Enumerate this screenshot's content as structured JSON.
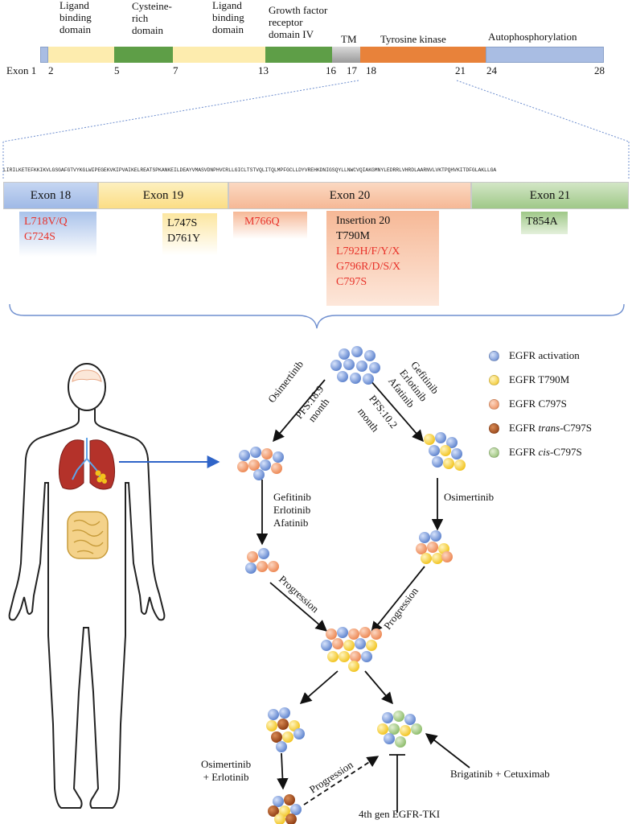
{
  "domains": [
    {
      "id": "ligand1",
      "label": "Ligand\nbinding\ndomain",
      "color": "#fdecae"
    },
    {
      "id": "cys1",
      "label": "Cysteine-\nrich\ndomain",
      "color": "#5e9e47"
    },
    {
      "id": "ligand2",
      "label": "Ligand\nbinding\ndomain",
      "color": "#fdecae"
    },
    {
      "id": "gf",
      "label": "Growth factor\nreceptor\ndomain IV",
      "color": "#5e9e47"
    },
    {
      "id": "tm",
      "label": "TM",
      "color": "#bdbdbd"
    },
    {
      "id": "tk",
      "label": "Tyrosine kinase",
      "color": "#e8823a"
    },
    {
      "id": "auto",
      "label": "Autophosphorylation",
      "color": "#a9bde3"
    }
  ],
  "exon_numbers": [
    "Exon 1",
    "2",
    "5",
    "7",
    "13",
    "16",
    "17",
    "18",
    "21",
    "24",
    "28"
  ],
  "sequence": {
    "text": "LIRILKETEFKKIKVLGSGAFGTVYKGLWIPEGEKVKIPVAIKELREATSPKANKEILDEAYVMASVDNPHVCRLLGICLTSTVQLITQLMPFGCLLDYVREHKDNIGSQYLLNWCVQIAKGMNYLEDRRLVHRDLAARNVLVKTPQHVKITDFGLAKLLGA"
  },
  "exons": [
    {
      "label": "Exon 18",
      "color": "#a9c2ea"
    },
    {
      "label": "Exon 19",
      "color": "#fce6a0"
    },
    {
      "label": "Exon 20",
      "color": "#f8c6a8"
    },
    {
      "label": "Exon 21",
      "color": "#b5d3a0"
    }
  ],
  "mutations": {
    "exon18": [
      "L718V/Q",
      "G724S"
    ],
    "exon19": [
      "L747S",
      "D761Y"
    ],
    "exon20a": [
      "M766Q"
    ],
    "exon20b": [
      "Insertion 20",
      "T790M",
      "L792H/F/Y/X",
      "G796R/D/S/X",
      "C797S"
    ],
    "exon21": [
      "T854A"
    ]
  },
  "legend": [
    {
      "label": "EGFR activation",
      "color": "#6e93d6"
    },
    {
      "label": "EGFR T790M",
      "color": "#f7d137"
    },
    {
      "label": "EGFR C797S",
      "color": "#f2986a"
    },
    {
      "label_pre": "EGFR ",
      "label_italic": "trans",
      "label_post": "-C797S",
      "color": "#a6501c"
    },
    {
      "label_pre": "EGFR ",
      "label_italic": "cis",
      "label_post": "-C797S",
      "color": "#a7c98a"
    }
  ],
  "flow_labels": {
    "osimertinib_top": "Osimertinib",
    "pfs_left": "PFS:18.9",
    "month_left": "month",
    "gef_right": [
      "Gefitinib",
      "Erlotinib",
      "Afatinib"
    ],
    "pfs_right": "PFS:10.2",
    "month_right": "month",
    "gef_left": [
      "Gefitinib",
      "Erlotinib",
      "Afatinib"
    ],
    "osimertinib_right": "Osimertinib",
    "progression": "Progression",
    "osi_erlo": [
      "Osimertinib",
      "+ Erlotinib"
    ],
    "brigatinib": "Brigatinib + Cetuximab",
    "fourth_gen": "4th gen EGFR-TKI"
  }
}
